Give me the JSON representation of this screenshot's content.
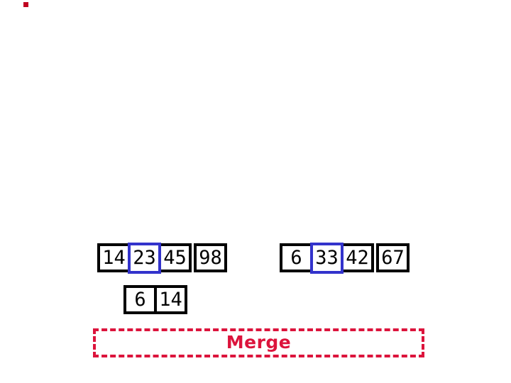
{
  "colors": {
    "accent": "#dc143c",
    "highlight_border": "#3333cc",
    "cell_border": "#000000",
    "text": "#000000",
    "marker": "#c00020"
  },
  "left_array": {
    "cells": [
      {
        "value": "14"
      },
      {
        "value": "23",
        "highlighted": true
      },
      {
        "value": "45"
      },
      {
        "value": "98",
        "detached": true
      }
    ]
  },
  "right_array": {
    "cells": [
      {
        "value": "6"
      },
      {
        "value": "33",
        "highlighted": true
      },
      {
        "value": "42"
      },
      {
        "value": "67",
        "detached": true
      }
    ]
  },
  "merged_array": {
    "cells": [
      {
        "value": "6"
      },
      {
        "value": "14"
      }
    ]
  },
  "merge_box": {
    "label": "Merge"
  }
}
